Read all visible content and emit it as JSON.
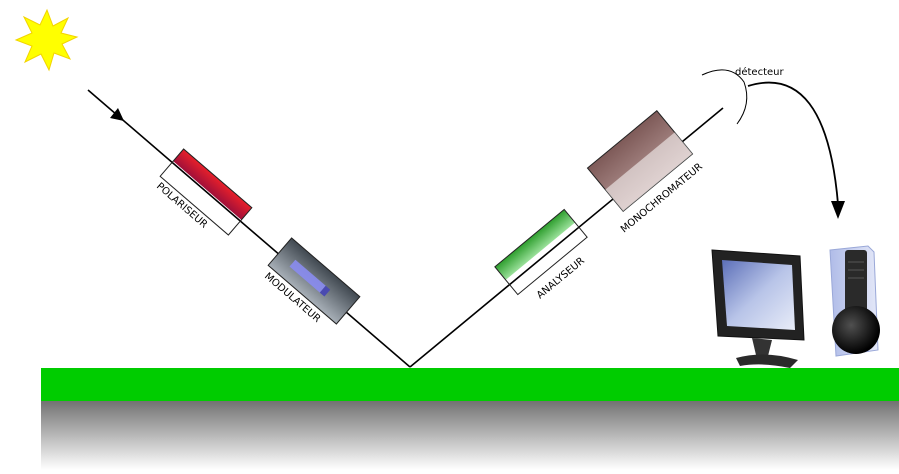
{
  "labels": {
    "polariser": "POLARISEUR",
    "modulator": "MODULATEUR",
    "analyser": "ANALYSEUR",
    "monochromator": "MONOCHROMATEUR",
    "detector": "détecteur"
  },
  "colors": {
    "sun": "#ffff00",
    "beam": "#000000",
    "polariser": "#d8202a",
    "modulator": "#606870",
    "modulator_crystal": "#8a8cf0",
    "analyser": "#3aa83a",
    "monochromator": "#8e6a66",
    "sample_layer": "#00cc00",
    "substrate_top": "#707070",
    "substrate_bottom": "#ffffff",
    "monitor_screen": "#8fa0d0",
    "tower": "#c8d0f0"
  },
  "icons": {
    "light_source": "sun-icon",
    "computer": "computer-icon"
  }
}
